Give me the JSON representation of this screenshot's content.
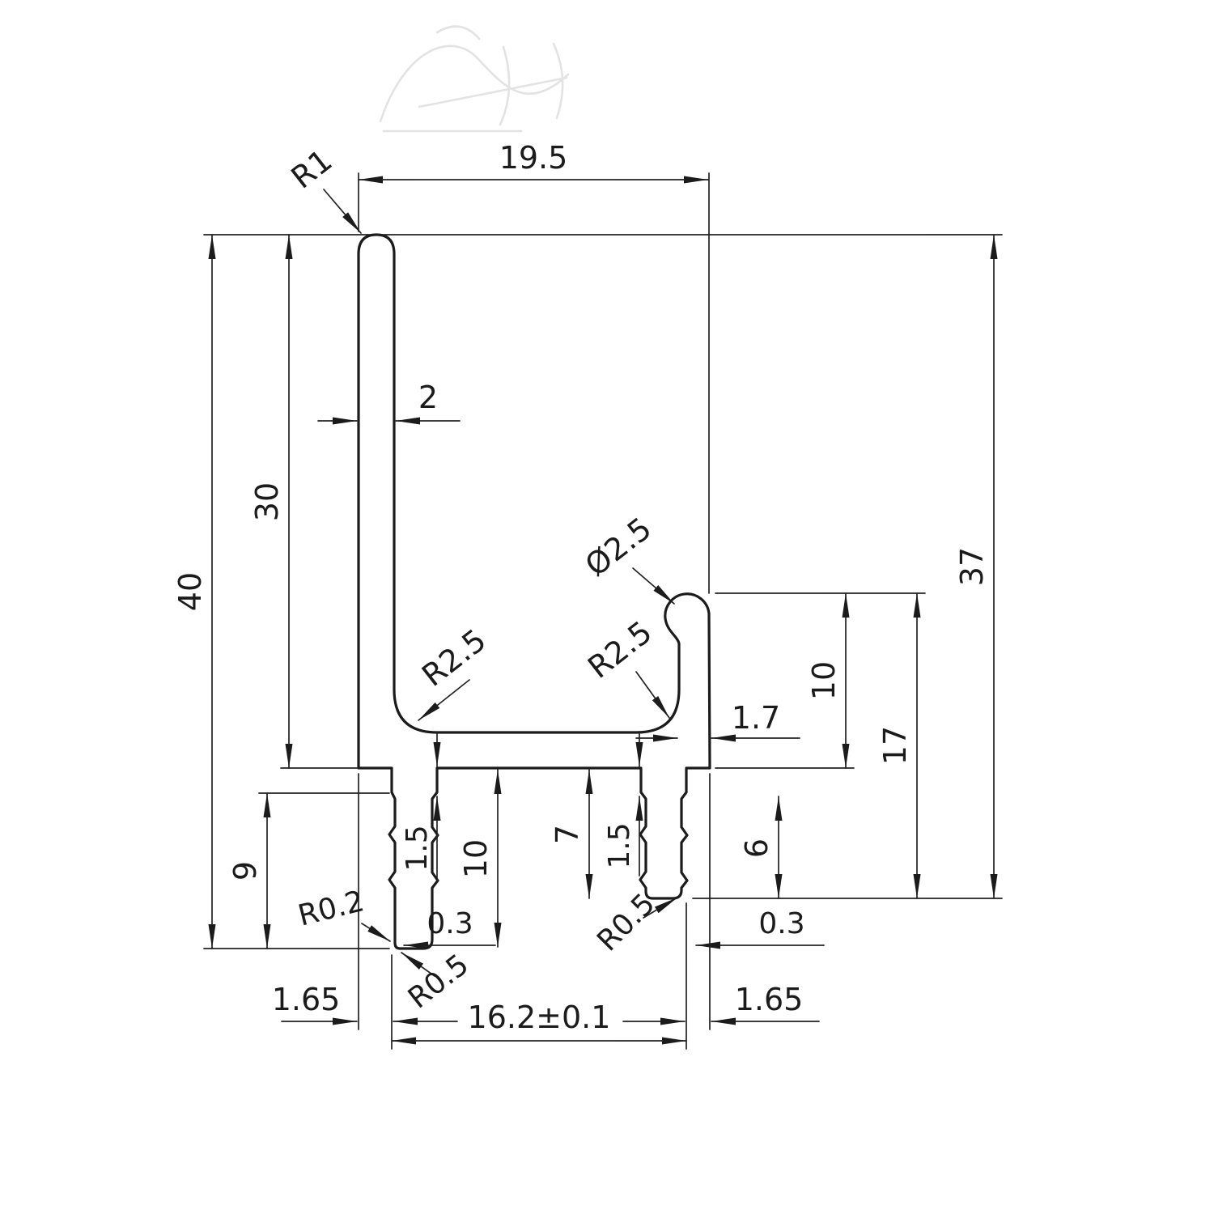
{
  "drawing": {
    "type": "extrusion-profile-cross-section",
    "line_color": "#1b1b1b",
    "background": "#ffffff",
    "dims": {
      "top_width": "19.5",
      "top_corner_radius": "R1",
      "wall_thickness": "2",
      "overall_height": "40",
      "left_wall_height": "30",
      "bead_diameter": "Ø2.5",
      "inner_fillet_left": "R2.5",
      "inner_fillet_right": "R2.5",
      "right_wall_thickness": "1.7",
      "right_leg_height": "10",
      "right_depth": "17",
      "side_height": "37",
      "lower_left_height": "9",
      "left_fin_step": "1.5",
      "left_fin_length": "10",
      "right_fin_length": "7",
      "right_fin_step": "1.5",
      "right_fin_height": "6",
      "left_tip_radius": "R0.2",
      "left_tip_offset": "0.3",
      "left_tip_radius2": "R0.5",
      "right_tip_radius": "R0.5",
      "right_tip_offset": "0.3",
      "left_foot_gap": "1.65",
      "right_foot_gap": "1.65",
      "fin_spacing": "16.2±0.1"
    }
  }
}
